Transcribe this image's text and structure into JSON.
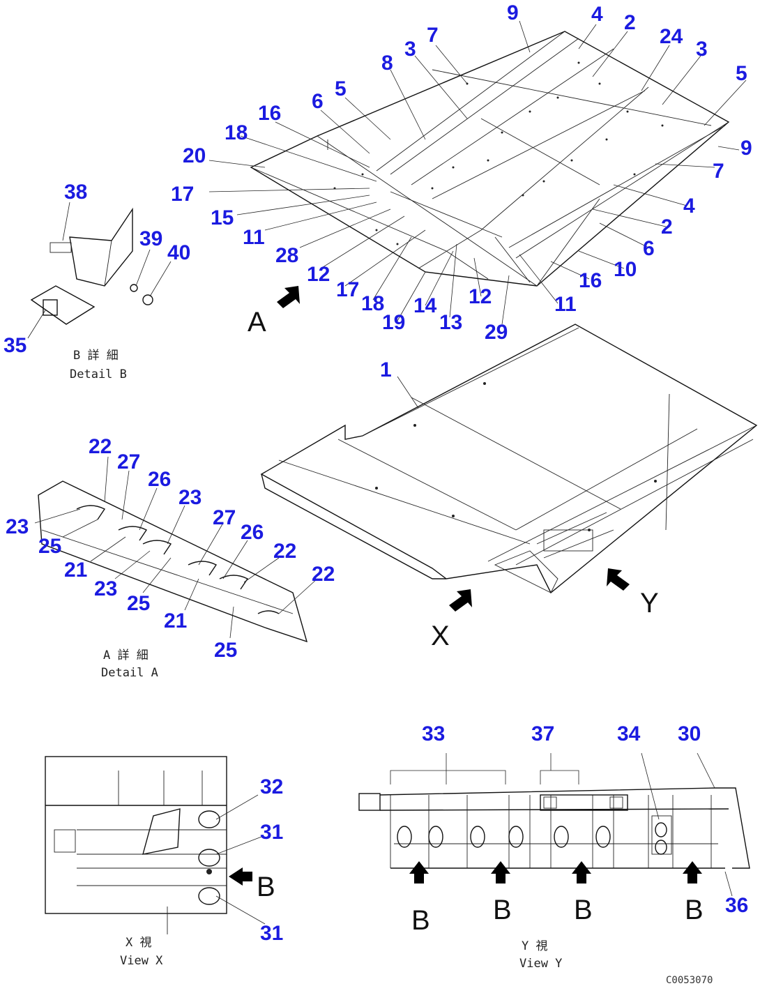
{
  "callouts": {
    "top": [
      "9",
      "4",
      "2",
      "24",
      "3",
      "7",
      "3",
      "8",
      "5",
      "5",
      "6",
      "16",
      "18",
      "20",
      "9",
      "17",
      "7",
      "15",
      "4",
      "11",
      "2",
      "28",
      "6",
      "12",
      "17",
      "18",
      "10",
      "16",
      "19",
      "14",
      "13",
      "12",
      "11",
      "29"
    ],
    "detail_b": [
      "38",
      "39",
      "40",
      "35"
    ],
    "main": [
      "1"
    ],
    "detail_a": [
      "22",
      "27",
      "26",
      "23",
      "23",
      "25",
      "27",
      "26",
      "21",
      "22",
      "23",
      "25",
      "22",
      "21",
      "25"
    ],
    "view_x": [
      "32",
      "31",
      "31"
    ],
    "view_y": [
      "33",
      "37",
      "34",
      "30",
      "36"
    ]
  },
  "view_letters": {
    "a_top": "A",
    "x": "X",
    "y": "Y",
    "b_view_x": "B",
    "b_view_y": [
      "B",
      "B",
      "B",
      "B"
    ]
  },
  "captions": {
    "detail_b_jp": "B 詳 細",
    "detail_b_en": "Detail B",
    "detail_a_jp": "A 詳 細",
    "detail_a_en": "Detail A",
    "view_x_jp": "X 視",
    "view_x_en": "View X",
    "view_y_jp": "Y 視",
    "view_y_en": "View Y"
  },
  "drawing_code": "C0053070"
}
